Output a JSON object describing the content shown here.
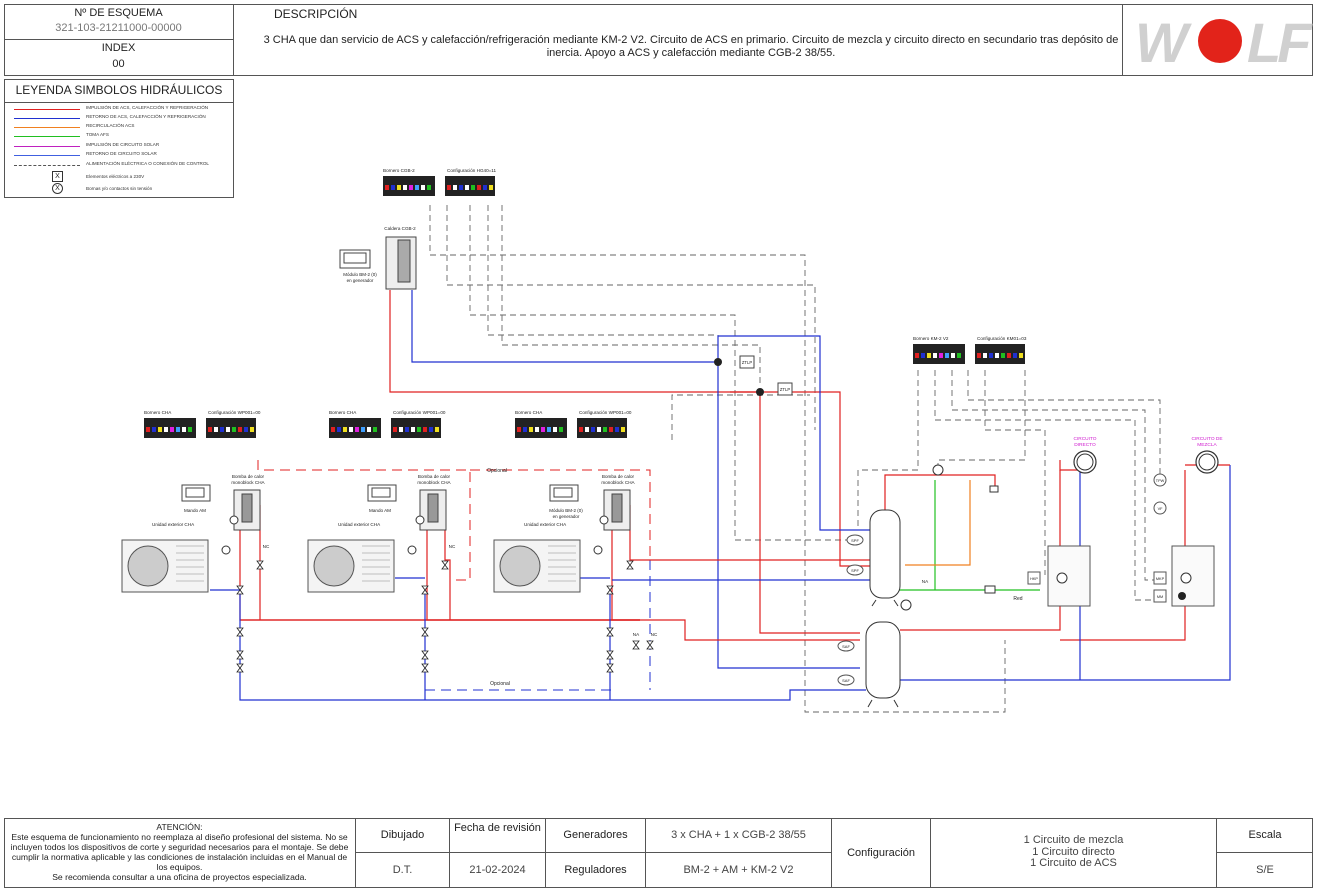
{
  "header": {
    "scheme_label": "Nº DE ESQUEMA",
    "scheme_number": "321-103-21211000-00000",
    "index_label": "INDEX",
    "index_value": "00",
    "description_label": "DESCRIPCIÓN",
    "description_text": "3 CHA que dan servicio de ACS y calefacción/refrigeración mediante KM-2 V2. Circuito de ACS en primario. Circuito de mezcla y circuito directo en secundario tras depósito de inercia. Apoyo a ACS y calefacción mediante CGB-2 38/55.",
    "logo_text": "WOLF",
    "logo_color": "#e2231a"
  },
  "legend": {
    "title": "LEYENDA SIMBOLOS HIDRÁULICOS",
    "items": [
      {
        "label": "IMPULSIÓN DE ACS, CALEFACCIÓN Y REFRIGERACIÓN",
        "color": "#e02020",
        "style": "solid"
      },
      {
        "label": "RETORNO DE ACS, CALEFACCIÓN Y REFRIGERACIÓN",
        "color": "#2030d0",
        "style": "solid"
      },
      {
        "label": "RECIRCULACIÓN ACS",
        "color": "#f08020",
        "style": "solid"
      },
      {
        "label": "TOMA AFS",
        "color": "#20c020",
        "style": "solid"
      },
      {
        "label": "IMPULSIÓN DE CIRCUITO SOLAR",
        "color": "#c020c0",
        "style": "solid"
      },
      {
        "label": "RETORNO DE CIRCUITO SOLAR",
        "color": "#4060e0",
        "style": "solid"
      },
      {
        "label": "ALIMENTACIÓN ELÉCTRICA O CONEXIÓN DE CONTROL",
        "color": "#555555",
        "style": "dashed"
      },
      {
        "label": "Elementos eléctricos a 230V",
        "symbol": "X"
      },
      {
        "label": "Bornas y/o contactos sin tensión",
        "symbol": "X"
      }
    ]
  },
  "diagram": {
    "borneros": [
      {
        "label": "Bornero CGB-2",
        "config": "Configuración HG40=11"
      },
      {
        "label": "Bornero KM-2 V2",
        "config": "Configuración KM01=03"
      },
      {
        "label": "Bornero CHA",
        "config": "Configuración WP001=00"
      },
      {
        "label": "Bornero CHA",
        "config": "Configuración WP001=00"
      },
      {
        "label": "Bornero CHA",
        "config": "Configuración WP001=00"
      }
    ],
    "boiler_label": "Caldera CGB-2",
    "bm2_generator_label": "Módulo BM-2 (0)\nen generador",
    "bm2_label_line1": "Módulo BM-2 (0)",
    "bm2_label_line2": "en generador",
    "mando_am": "Mando AM",
    "unidad_exterior": "Unidad exterior CHA",
    "bomba_line1": "Bomba de calor",
    "bomba_line2": "monoblock CHA",
    "opcional": "Opcional",
    "circuito_directo_line1": "CIRCUITO",
    "circuito_directo_line2": "DIRECTO",
    "circuito_mezcla_line1": "CIRCUITO DE",
    "circuito_mezcla_line2": "MEZCLA",
    "red": "Red",
    "nc": "NC",
    "na": "NA",
    "sensor_labels": [
      "SPF",
      "SPF",
      "SAF",
      "SAF",
      "ZTLP",
      "ZTLP",
      "TPW",
      "VF",
      "MKP",
      "MM",
      "HKP"
    ],
    "accent_red": "#e02020",
    "accent_blue": "#2030d0",
    "accent_green": "#20c020",
    "accent_orange": "#f08020",
    "accent_magenta": "#d020d0"
  },
  "footer": {
    "attention_title": "ATENCIÓN:",
    "attention_text": "Este esquema de funcionamiento no reemplaza al diseño profesional del sistema. No se incluyen todos los dispositivos de corte y seguridad necesarios para el montaje. Se debe cumplir la normativa aplicable y las condiciones de instalación incluidas en el Manual de los equipos.",
    "attention_text2": "Se recomienda consultar a una oficina de proyectos especializada.",
    "dibujado_label": "Dibujado",
    "dibujado_value": "D.T.",
    "fecha_label": "Fecha de revisión",
    "fecha_value": "21-02-2024",
    "generadores_label": "Generadores",
    "generadores_value": "3 x CHA + 1 x CGB-2 38/55",
    "reguladores_label": "Reguladores",
    "reguladores_value": "BM-2 + AM + KM-2 V2",
    "configuracion_label": "Configuración",
    "configuracion_lines": [
      "1 Circuito de mezcla",
      "1 Circuito directo",
      "1 Circuito de ACS"
    ],
    "escala_label": "Escala",
    "escala_value": "S/E"
  }
}
